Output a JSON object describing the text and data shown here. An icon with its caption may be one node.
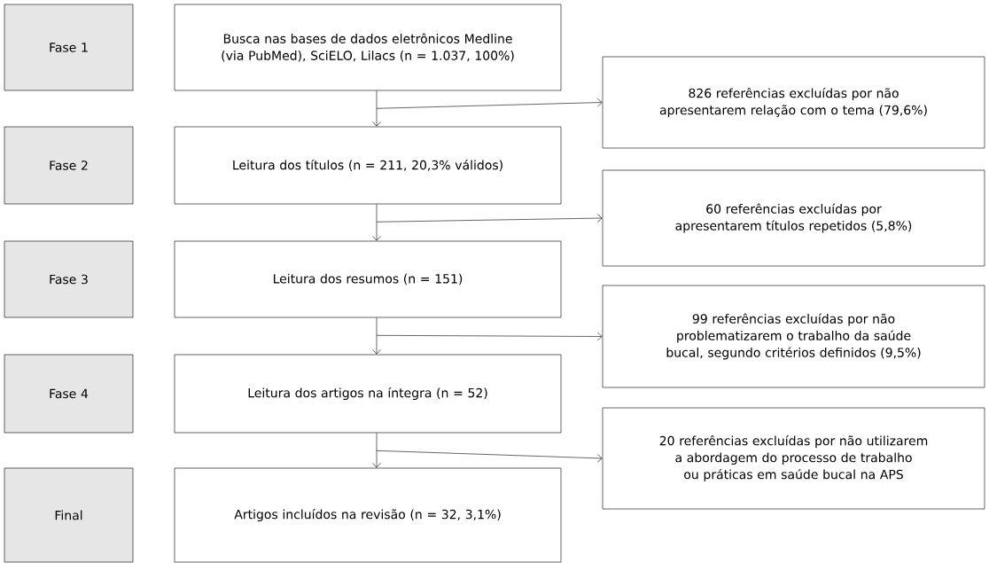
{
  "diagram": {
    "nodes": [
      {
        "text": [
          "Fase 1"
        ]
      },
      {
        "text": [
          "Busca nas bases de dados eletrônicos Medline (via PubMed), SciELO, Lilacs (n = 1.037, 100%)"
        ]
      },
      {
        "text": [
          "826 referências excluídas por não apresentarem relação com o tema (79,6%)"
        ]
      },
      {
        "text": [
          "Fase 2"
        ]
      },
      {
        "text": [
          "Leitura dos títulos (n = 211, 20,3% válidos)"
        ]
      },
      {
        "text": [
          "60 referências excluídas por apresentarem títulos repetidos (5,8%)"
        ]
      },
      {
        "text": [
          "Fase 3"
        ]
      },
      {
        "text": [
          "Leitura dos resumos (n = 151)"
        ]
      },
      {
        "text": [
          "99 referências excluídas por não problematizarem o trabalho da saúde bucal, segundo critérios definidos (9,5%)"
        ]
      },
      {
        "text": [
          "Fase 4"
        ]
      },
      {
        "text": [
          "Leitura dos artigos na íntegra (n = 52)"
        ]
      },
      {
        "text": [
          "20 referências excluídas por não utilizarem a abordagem do processo de trabalho ou práticas em saúde bucal na APS"
        ]
      },
      {
        "text": [
          "Final"
        ]
      },
      {
        "text": [
          "Artigos incluídos na revisão (n = 32, 3,1%)"
        ]
      }
    ],
    "edges": [
      {
        "from": 1,
        "to": 4,
        "arrow": "to"
      },
      {
        "from": 1,
        "to": 2,
        "arrow": "to"
      },
      {
        "from": 4,
        "to": 7,
        "arrow": "to"
      },
      {
        "from": 4,
        "to": 5,
        "arrow": "to"
      },
      {
        "from": 7,
        "to": 10,
        "arrow": "to"
      },
      {
        "from": 7,
        "to": 8,
        "arrow": "to"
      },
      {
        "from": 10,
        "to": 13,
        "arrow": "to"
      },
      {
        "from": 10,
        "to": 11,
        "arrow": "to"
      }
    ]
  }
}
